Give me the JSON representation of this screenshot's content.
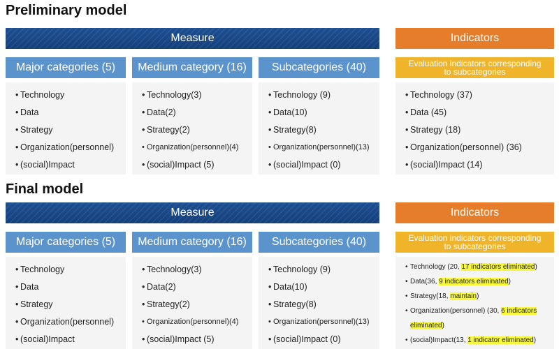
{
  "preliminary": {
    "title": "Preliminary model",
    "measure": "Measure",
    "indicators": "Indicators",
    "cols": [
      {
        "head": "Major categories (5)",
        "items": [
          "Technology",
          "Data",
          "Strategy",
          "Organization(personnel)",
          "(social)Impact"
        ]
      },
      {
        "head": "Medium category (16)",
        "items": [
          "Technology(3)",
          "Data(2)",
          "Strategy(2)",
          "Organization(personnel)(4)",
          "(social)Impact (5)"
        ]
      },
      {
        "head": "Subcategories (40)",
        "items": [
          "Technology (9)",
          "Data(10)",
          "Strategy(8)",
          "Organization(personnel)(13)",
          "(social)Impact (0)"
        ]
      }
    ],
    "ind_head_line1": "Evaluation indicators corresponding",
    "ind_head_line2": "to subcategories",
    "ind_items": [
      "Technology (37)",
      "Data (45)",
      "Strategy (18)",
      "Organization(personnel) (36)",
      "(social)Impact (14)"
    ]
  },
  "final": {
    "title": "Final model",
    "measure": "Measure",
    "indicators": "Indicators",
    "cols": [
      {
        "head": "Major categories (5)",
        "items": [
          "Technology",
          "Data",
          "Strategy",
          "Organization(personnel)",
          "(social)Impact"
        ]
      },
      {
        "head": "Medium category (16)",
        "items": [
          "Technology(3)",
          "Data(2)",
          "Strategy(2)",
          "Organization(personnel)(4)",
          "(social)Impact (5)"
        ]
      },
      {
        "head": "Subcategories (40)",
        "items": [
          "Technology (9)",
          "Data(10)",
          "Strategy(8)",
          "Organization(personnel)(13)",
          "(social)Impact (0)"
        ]
      }
    ],
    "ind_head_line1": "Evaluation indicators corresponding",
    "ind_head_line2": "to subcategories",
    "ind_items": [
      {
        "pre": "Technology (20, ",
        "hl": "17 indicators eliminated",
        "post": ")"
      },
      {
        "pre": "Data(36, ",
        "hl": "9 indicators eliminated",
        "post": ")"
      },
      {
        "pre": "Strategy(18, ",
        "hl": "maintain",
        "post": ")"
      },
      {
        "pre": "Organization(personnel) (30, ",
        "hl": "6 indicators",
        "post": ""
      },
      {
        "pre": "",
        "hl": "eliminated",
        "post": ")"
      },
      {
        "pre": "(social)Impact(13, ",
        "hl": "1 indicator eliminated",
        "post": ")"
      }
    ]
  },
  "bullet": "•",
  "colors": {
    "measure": "#1e4f92",
    "col_head": "#5b93cd",
    "indicators": "#e57d2b",
    "ind_head": "#f0b42a",
    "highlight": "#f8f83a"
  }
}
